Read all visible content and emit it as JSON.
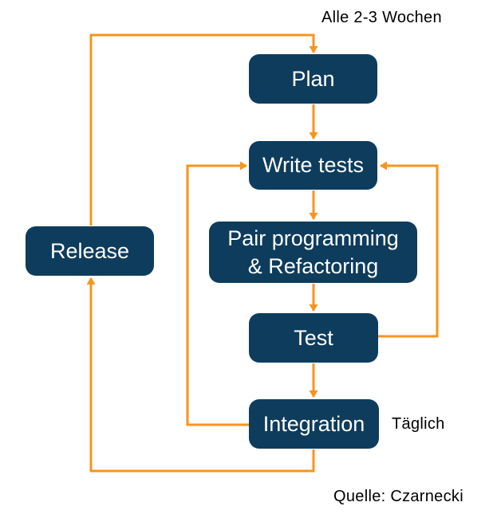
{
  "diagram": {
    "type": "flowchart",
    "nodes": [
      {
        "id": "plan",
        "label": "Plan"
      },
      {
        "id": "write-tests",
        "label": "Write tests"
      },
      {
        "id": "pair-programming",
        "label": "Pair programming & Refactoring",
        "line1": "Pair programming",
        "line2": "& Refactoring"
      },
      {
        "id": "test",
        "label": "Test"
      },
      {
        "id": "integration",
        "label": "Integration"
      },
      {
        "id": "release",
        "label": "Release"
      }
    ],
    "edges": [
      {
        "from": "release",
        "to": "plan"
      },
      {
        "from": "plan",
        "to": "write-tests"
      },
      {
        "from": "write-tests",
        "to": "pair-programming"
      },
      {
        "from": "pair-programming",
        "to": "test"
      },
      {
        "from": "test",
        "to": "write-tests"
      },
      {
        "from": "test",
        "to": "integration"
      },
      {
        "from": "integration",
        "to": "write-tests"
      },
      {
        "from": "integration",
        "to": "release"
      }
    ],
    "annotations": {
      "cycle_length": "Alle 2-3 Wochen",
      "daily": "Täglich",
      "source": "Quelle: Czarnecki"
    },
    "colors": {
      "node_fill": "#0E3C5D",
      "node_text": "#FFFFFF",
      "arrow": "#F7941D",
      "label_text": "#000000",
      "background": "#FFFFFF"
    }
  }
}
